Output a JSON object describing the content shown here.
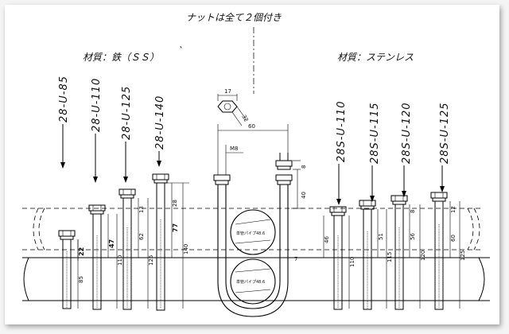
{
  "title": "ナットは全て２個付き",
  "left_group": {
    "material_label": "材質：鉄（ＳＳ）",
    "models": [
      "28-U-85",
      "28-U-110",
      "28-U-125",
      "28-U-140"
    ],
    "dims": {
      "m85": {
        "thread": "22",
        "length": "85"
      },
      "m110": {
        "thread": "47",
        "length": "110"
      },
      "m125": {
        "thread": "62",
        "length": "125",
        "top": "13"
      },
      "m140": {
        "thread": "77",
        "length": "140",
        "top": "28"
      }
    }
  },
  "right_group": {
    "material_label": "材質：ステンレス",
    "models": [
      "28S-U-110",
      "28S-U-115",
      "28S-U-120",
      "28S-U-125"
    ],
    "dims": {
      "s110": {
        "thread": "46",
        "length": "110"
      },
      "s115": {
        "thread": "51",
        "length": "115"
      },
      "s120": {
        "thread": "56",
        "length": "120",
        "top": "8"
      },
      "s125": {
        "thread": "60",
        "length": "125",
        "top": "12"
      }
    }
  },
  "center": {
    "nut_width": "17",
    "nut_across": "32",
    "inner_width": "60",
    "thread_size": "M8",
    "nut_height": "8",
    "thread_length": "40",
    "gap": "7",
    "pipe_label_top": "単管パイプ48.6",
    "pipe_label_bottom": "単管パイプ48.6"
  }
}
